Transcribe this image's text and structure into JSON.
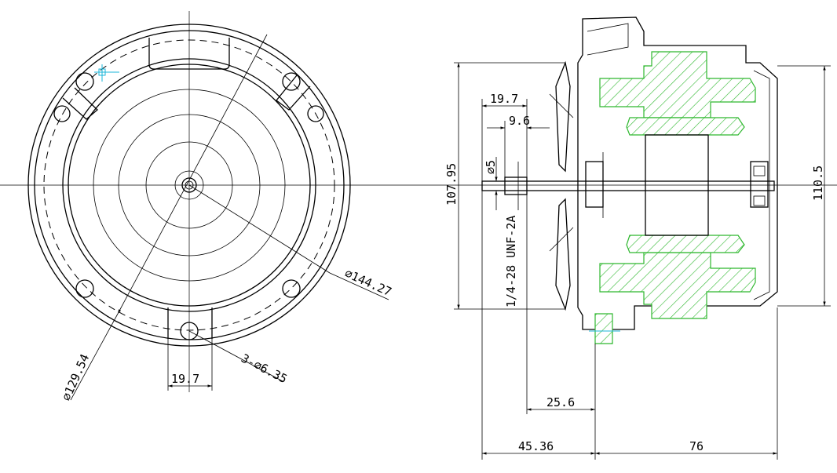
{
  "front_view": {
    "dims": {
      "dia_outer": "⌀144.27",
      "dia_bolt_circle": "⌀129.54",
      "hole_pattern": "3-⌀6.35",
      "slot_width": "19.7"
    }
  },
  "side_view": {
    "dims": {
      "height_left": "107.95",
      "height_right": "110.5",
      "shaft_length_top": "19.7",
      "thread_length": "9.6",
      "shaft_dia": "⌀5",
      "thread_spec": "1/4-28 UNF-2A",
      "flange_offset": "25.6",
      "total_left": "45.36",
      "total_right": "76"
    }
  },
  "colors": {
    "hatch": "#2fb82f",
    "line": "#000000"
  }
}
